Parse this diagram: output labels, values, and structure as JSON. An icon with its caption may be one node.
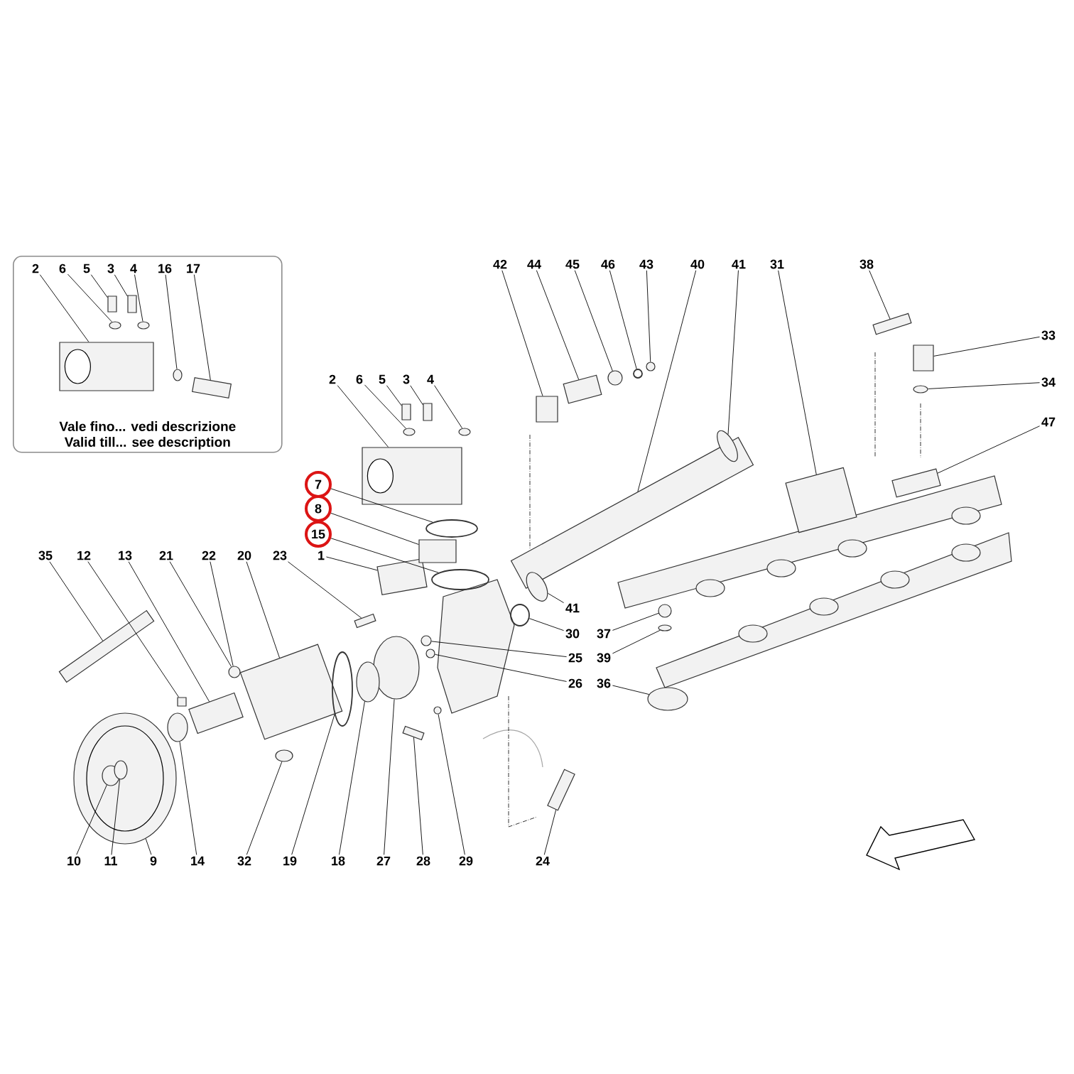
{
  "diagram": {
    "nodes": [
      {
        "text": [
          "Vale fino... vedi descrizione",
          "Valid till... see description"
        ]
      },
      {
        "text": [
          "2"
        ],
        "in": 0
      },
      {
        "text": [
          "6"
        ],
        "in": 0
      },
      {
        "text": [
          "5"
        ],
        "in": 0
      },
      {
        "text": [
          "3"
        ],
        "in": 0
      },
      {
        "text": [
          "4"
        ],
        "in": 0
      },
      {
        "text": [
          "16"
        ],
        "in": 0
      },
      {
        "text": [
          "17"
        ],
        "in": 0
      },
      {
        "text": [
          "42"
        ]
      },
      {
        "text": [
          "44"
        ]
      },
      {
        "text": [
          "45"
        ]
      },
      {
        "text": [
          "46"
        ]
      },
      {
        "text": [
          "43"
        ]
      },
      {
        "text": [
          "40"
        ]
      },
      {
        "text": [
          "41"
        ]
      },
      {
        "text": [
          "31"
        ]
      },
      {
        "text": [
          "38"
        ]
      },
      {
        "text": [
          "33"
        ]
      },
      {
        "text": [
          "2"
        ]
      },
      {
        "text": [
          "6"
        ]
      },
      {
        "text": [
          "5"
        ]
      },
      {
        "text": [
          "3"
        ]
      },
      {
        "text": [
          "4"
        ]
      },
      {
        "text": [
          "34"
        ]
      },
      {
        "text": [
          "47"
        ]
      },
      {
        "text": [
          "7"
        ]
      },
      {
        "text": [
          "8"
        ]
      },
      {
        "text": [
          "15"
        ]
      },
      {
        "text": [
          "1"
        ]
      },
      {
        "text": [
          "35"
        ]
      },
      {
        "text": [
          "12"
        ]
      },
      {
        "text": [
          "13"
        ]
      },
      {
        "text": [
          "21"
        ]
      },
      {
        "text": [
          "22"
        ]
      },
      {
        "text": [
          "20"
        ]
      },
      {
        "text": [
          "23"
        ]
      },
      {
        "text": [
          "41"
        ]
      },
      {
        "text": [
          "30"
        ]
      },
      {
        "text": [
          "37"
        ]
      },
      {
        "text": [
          "25"
        ]
      },
      {
        "text": [
          "39"
        ]
      },
      {
        "text": [
          "26"
        ]
      },
      {
        "text": [
          "36"
        ]
      },
      {
        "text": [
          "10"
        ]
      },
      {
        "text": [
          "11"
        ]
      },
      {
        "text": [
          "9"
        ]
      },
      {
        "text": [
          "14"
        ]
      },
      {
        "text": [
          "32"
        ]
      },
      {
        "text": [
          "19"
        ]
      },
      {
        "text": [
          "18"
        ]
      },
      {
        "text": [
          "27"
        ]
      },
      {
        "text": [
          "28"
        ]
      },
      {
        "text": [
          "29"
        ]
      },
      {
        "text": [
          "24"
        ]
      },
      {
        "text": [],
        "shape": "box",
        "in": 0
      },
      {
        "text": [],
        "shape": "ellipse",
        "in": 0
      },
      {
        "text": [],
        "shape": "box",
        "in": 0
      },
      {
        "text": [],
        "shape": "box",
        "in": 0
      },
      {
        "text": [],
        "shape": "ellipse",
        "in": 0
      },
      {
        "text": [],
        "shape": "ellipse",
        "in": 0
      },
      {
        "text": [],
        "shape": "bar",
        "in": 0
      },
      {
        "text": [],
        "shape": "box"
      },
      {
        "text": [],
        "shape": "bar"
      },
      {
        "text": [],
        "shape": "ellipse"
      },
      {
        "text": [],
        "shape": "ellipse"
      },
      {
        "text": [],
        "shape": "ellipse"
      },
      {
        "text": [],
        "shape": "bar"
      },
      {
        "text": [],
        "shape": "ellipse"
      },
      {
        "text": [],
        "shape": "box"
      },
      {
        "text": [],
        "shape": "bar"
      },
      {
        "text": [],
        "shape": "box"
      },
      {
        "text": [],
        "shape": "box"
      },
      {
        "text": [],
        "shape": "ellipse"
      },
      {
        "text": [],
        "shape": "box"
      },
      {
        "text": [],
        "shape": "box"
      },
      {
        "text": [],
        "shape": "ellipse"
      },
      {
        "text": [],
        "shape": "ellipse"
      },
      {
        "text": [],
        "shape": "bar"
      },
      {
        "text": [],
        "shape": "ellipse"
      },
      {
        "text": [],
        "shape": "box"
      },
      {
        "text": [],
        "shape": "ellipse"
      },
      {
        "text": [],
        "shape": "bar"
      },
      {
        "text": [],
        "shape": "bar"
      },
      {
        "text": [],
        "shape": "box"
      },
      {
        "text": [],
        "shape": "bar"
      },
      {
        "text": [],
        "shape": "ellipse"
      },
      {
        "text": [],
        "shape": "box"
      },
      {
        "text": [],
        "shape": "bar"
      },
      {
        "text": [],
        "shape": "ellipse"
      },
      {
        "text": [],
        "shape": "ellipse"
      },
      {
        "text": [],
        "shape": "ellipse"
      },
      {
        "text": [],
        "shape": "ellipse"
      },
      {
        "text": [],
        "shape": "ellipse"
      },
      {
        "text": [],
        "shape": "ellipse"
      },
      {
        "text": [],
        "shape": "ellipse"
      },
      {
        "text": [],
        "shape": "ellipse"
      },
      {
        "text": [],
        "shape": "ellipse",
        "in": 95
      },
      {
        "text": [],
        "shape": "ellipse",
        "in": 95
      },
      {
        "text": [],
        "shape": "ellipse"
      },
      {
        "text": [],
        "shape": "ellipse"
      },
      {
        "text": [],
        "shape": "ellipse"
      },
      {
        "text": [],
        "shape": "ellipse"
      },
      {
        "text": [],
        "shape": "ellipse"
      },
      {
        "text": [],
        "shape": "bar"
      },
      {
        "text": [],
        "shape": "ellipse"
      },
      {
        "text": [],
        "shape": "bar"
      }
    ],
    "edges": [
      {
        "from": 1,
        "to": 54,
        "arrow": "none"
      },
      {
        "from": 2,
        "to": 55,
        "arrow": "none"
      },
      {
        "from": 3,
        "to": 56,
        "arrow": "none"
      },
      {
        "from": 4,
        "to": 57,
        "arrow": "none"
      },
      {
        "from": 5,
        "to": 58,
        "arrow": "none"
      },
      {
        "from": 6,
        "to": 59,
        "arrow": "none"
      },
      {
        "from": 7,
        "to": 60,
        "arrow": "none"
      },
      {
        "from": 8,
        "to": 61,
        "arrow": "none"
      },
      {
        "from": 9,
        "to": 62,
        "arrow": "none"
      },
      {
        "from": 10,
        "to": 63,
        "arrow": "none"
      },
      {
        "from": 11,
        "to": 64,
        "arrow": "none"
      },
      {
        "from": 12,
        "to": 65,
        "arrow": "none"
      },
      {
        "from": 13,
        "to": 66,
        "arrow": "none"
      },
      {
        "from": 14,
        "to": 67,
        "arrow": "none"
      },
      {
        "from": 15,
        "to": 68,
        "arrow": "none"
      },
      {
        "from": 16,
        "to": 69,
        "arrow": "none"
      },
      {
        "from": 17,
        "to": 70,
        "arrow": "none"
      },
      {
        "from": 18,
        "to": 71,
        "arrow": "none"
      },
      {
        "from": 19,
        "to": 72,
        "arrow": "none"
      },
      {
        "from": 20,
        "to": 73,
        "arrow": "none"
      },
      {
        "from": 21,
        "to": 74,
        "arrow": "none"
      },
      {
        "from": 22,
        "to": 75,
        "arrow": "none"
      },
      {
        "from": 23,
        "to": 76,
        "arrow": "none"
      },
      {
        "from": 24,
        "to": 77,
        "arrow": "none"
      },
      {
        "from": 25,
        "to": 78,
        "arrow": "none"
      },
      {
        "from": 26,
        "to": 79,
        "arrow": "none"
      },
      {
        "from": 27,
        "to": 80,
        "arrow": "none"
      },
      {
        "from": 28,
        "to": 81,
        "arrow": "none"
      },
      {
        "from": 29,
        "to": 82,
        "arrow": "none"
      },
      {
        "from": 30,
        "to": 83,
        "arrow": "none"
      },
      {
        "from": 31,
        "to": 84,
        "arrow": "none"
      },
      {
        "from": 32,
        "to": 85,
        "arrow": "none"
      },
      {
        "from": 33,
        "to": 85,
        "arrow": "none"
      },
      {
        "from": 34,
        "to": 86,
        "arrow": "none"
      },
      {
        "from": 35,
        "to": 87,
        "arrow": "none"
      },
      {
        "from": 36,
        "to": 88,
        "arrow": "none"
      },
      {
        "from": 37,
        "to": 89,
        "arrow": "none"
      },
      {
        "from": 38,
        "to": 90,
        "arrow": "none"
      },
      {
        "from": 39,
        "to": 91,
        "arrow": "none"
      },
      {
        "from": 40,
        "to": 92,
        "arrow": "none"
      },
      {
        "from": 41,
        "to": 93,
        "arrow": "none"
      },
      {
        "from": 42,
        "to": 94,
        "arrow": "none"
      },
      {
        "from": 43,
        "to": 96,
        "arrow": "none"
      },
      {
        "from": 44,
        "to": 97,
        "arrow": "none"
      },
      {
        "from": 45,
        "to": 95,
        "arrow": "none"
      },
      {
        "from": 46,
        "to": 98,
        "arrow": "none"
      },
      {
        "from": 47,
        "to": 99,
        "arrow": "none"
      },
      {
        "from": 48,
        "to": 100,
        "arrow": "none"
      },
      {
        "from": 49,
        "to": 101,
        "arrow": "none"
      },
      {
        "from": 50,
        "to": 102,
        "arrow": "none"
      },
      {
        "from": 51,
        "to": 103,
        "arrow": "none"
      },
      {
        "from": 52,
        "to": 104,
        "arrow": "none"
      },
      {
        "from": 53,
        "to": 105,
        "arrow": "none"
      }
    ]
  }
}
